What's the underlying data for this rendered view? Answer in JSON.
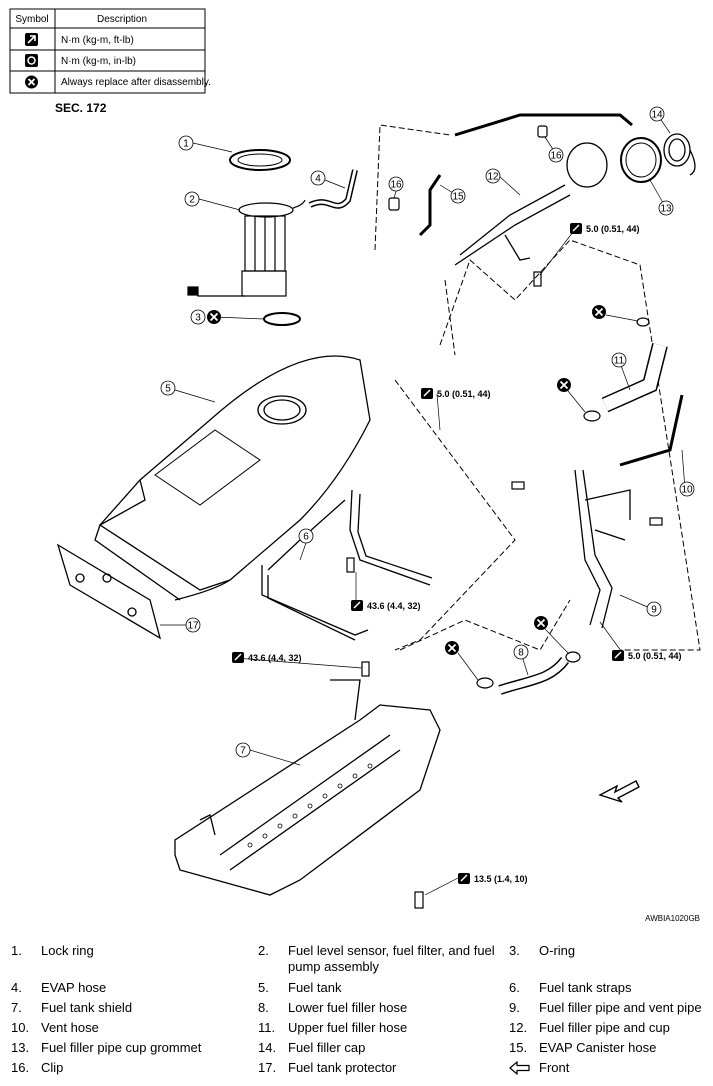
{
  "symbol_table": {
    "header_symbol": "Symbol",
    "header_description": "Description",
    "rows": [
      {
        "icon": "torque-wrench-icon",
        "text": "N·m (kg-m, ft-lb)"
      },
      {
        "icon": "torque-wrench-inlb-icon",
        "text": "N·m (kg-m, in-lb)"
      },
      {
        "icon": "replace-x-icon",
        "text": "Always replace after disassembly."
      }
    ]
  },
  "section": "SEC. 172",
  "code": "AWBIA1020GB",
  "callouts": [
    "1",
    "2",
    "3",
    "4",
    "5",
    "6",
    "7",
    "8",
    "9",
    "10",
    "11",
    "12",
    "13",
    "14",
    "15",
    "16",
    "16",
    "17"
  ],
  "torques": [
    "5.0 (0.51, 44)",
    "5.0 (0.51, 44)",
    "43.6 (4.4, 32)",
    "43.6 (4.4, 32)",
    "5.0 (0.51, 44)",
    "13.5 (1.4, 10)"
  ],
  "legend": [
    {
      "num": "1.",
      "text": "Lock ring"
    },
    {
      "num": "2.",
      "text": "Fuel level sensor, fuel filter, and fuel"
    },
    {
      "num": "",
      "text": "pump assembly"
    },
    {
      "num": "3.",
      "text": "O-ring"
    },
    {
      "num": "4.",
      "text": "EVAP hose"
    },
    {
      "num": "5.",
      "text": "Fuel tank"
    },
    {
      "num": "6.",
      "text": "Fuel tank straps"
    },
    {
      "num": "7.",
      "text": "Fuel tank shield"
    },
    {
      "num": "8.",
      "text": "Lower fuel filler hose"
    },
    {
      "num": "9.",
      "text": "Fuel filler pipe and vent pipe"
    },
    {
      "num": "10.",
      "text": "Vent hose"
    },
    {
      "num": "11.",
      "text": "Upper fuel filler hose"
    },
    {
      "num": "12.",
      "text": "Fuel filler pipe and cup"
    },
    {
      "num": "13.",
      "text": "Fuel filler pipe cup grommet"
    },
    {
      "num": "14.",
      "text": "Fuel filler cap"
    },
    {
      "num": "15.",
      "text": "EVAP Canister hose"
    },
    {
      "num": "16.",
      "text": "Clip"
    },
    {
      "num": "17.",
      "text": "Fuel tank protector"
    },
    {
      "num": "",
      "text": "Front"
    }
  ],
  "front_icon": "front-arrow-icon"
}
